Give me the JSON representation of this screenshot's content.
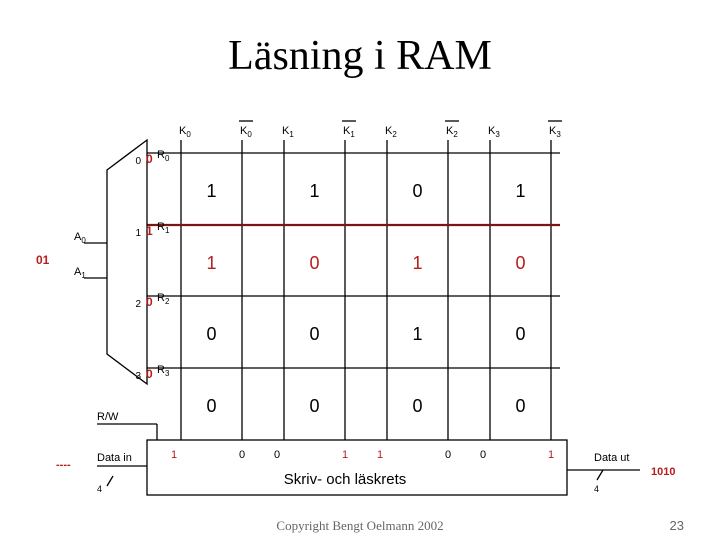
{
  "title": "Läsning i RAM",
  "columns": [
    {
      "sub": "0",
      "neg": false
    },
    {
      "sub": "0",
      "neg": true
    },
    {
      "sub": "1",
      "neg": false
    },
    {
      "sub": "1",
      "neg": true
    },
    {
      "sub": "2",
      "neg": false
    },
    {
      "sub": "2",
      "neg": true
    },
    {
      "sub": "3",
      "neg": false
    },
    {
      "sub": "3",
      "neg": true
    }
  ],
  "column_letter": "K",
  "row_letter": "R",
  "rows": [
    {
      "index": "0",
      "select": "0",
      "sub": "0"
    },
    {
      "index": "1",
      "select": "1",
      "sub": "1"
    },
    {
      "index": "2",
      "select": "0",
      "sub": "2"
    },
    {
      "index": "3",
      "select": "0",
      "sub": "3"
    }
  ],
  "cells": [
    [
      "1",
      "1",
      "0",
      "1"
    ],
    [
      "1",
      "0",
      "1",
      "0"
    ],
    [
      "0",
      "0",
      "1",
      "0"
    ],
    [
      "0",
      "0",
      "0",
      "0"
    ]
  ],
  "address": {
    "letter": "A",
    "a0_sub": "0",
    "a1_sub": "1",
    "value": "01"
  },
  "bus_values": [
    "1",
    "0",
    "0",
    "1",
    "1",
    "0",
    "0",
    "1"
  ],
  "rw_label": "R/W",
  "data_in": {
    "label": "Data in",
    "width": "4",
    "value": "----"
  },
  "data_out": {
    "label": "Data ut",
    "width": "4",
    "value": "1010"
  },
  "circuit_label": "Skriv- och läskrets",
  "footer": "Copyright Bengt Oelmann 2002",
  "page_number": "23",
  "colors": {
    "line": "#000000",
    "active_row": "#7a1515",
    "selected_value": "#b71c1c"
  }
}
